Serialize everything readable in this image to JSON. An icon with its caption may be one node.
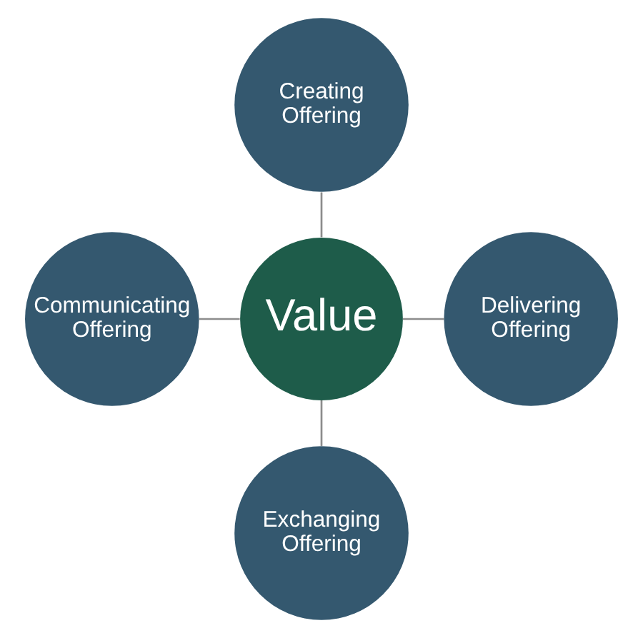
{
  "diagram": {
    "nodes": [
      {
        "text": [
          "Creating Offering"
        ]
      },
      {
        "text": [
          "Communicating Offering"
        ]
      },
      {
        "text": [
          "Value"
        ]
      },
      {
        "text": [
          "Delivering Offering"
        ]
      },
      {
        "text": [
          "Exchanging Offering"
        ]
      }
    ],
    "edges": [
      {
        "from": 0,
        "to": 2,
        "arrow": "none"
      },
      {
        "from": 1,
        "to": 2,
        "arrow": "none"
      },
      {
        "from": 2,
        "to": 3,
        "arrow": "none"
      },
      {
        "from": 2,
        "to": 4,
        "arrow": "none"
      }
    ]
  }
}
